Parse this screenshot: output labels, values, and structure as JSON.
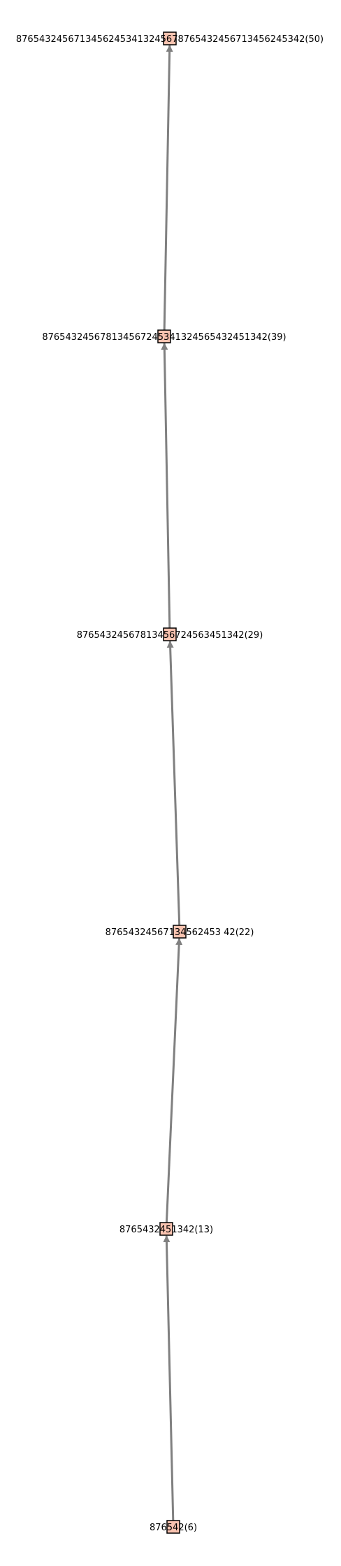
{
  "diagram": {
    "type": "directed-graph",
    "colors": {
      "node_fill": "#f9c3b0",
      "node_stroke": "#000000",
      "edge": "#808080",
      "background": "#ffffff"
    },
    "nodes": [
      {
        "id": "n6",
        "label": "876542(6)"
      },
      {
        "id": "n13",
        "label": "8765432451342(13)"
      },
      {
        "id": "n22",
        "label": "87654324567134562453 42(22)"
      },
      {
        "id": "n29",
        "label": "87654324567813456724563451342(29)"
      },
      {
        "id": "n39",
        "label": "876543245678134567245341324565432451342(39)"
      },
      {
        "id": "n50",
        "label": "87654324567134562453413245678765432456713456245342(50)"
      }
    ],
    "edges": [
      {
        "from": "n6",
        "to": "n13"
      },
      {
        "from": "n13",
        "to": "n22"
      },
      {
        "from": "n22",
        "to": "n29"
      },
      {
        "from": "n29",
        "to": "n39"
      },
      {
        "from": "n39",
        "to": "n50"
      }
    ]
  }
}
